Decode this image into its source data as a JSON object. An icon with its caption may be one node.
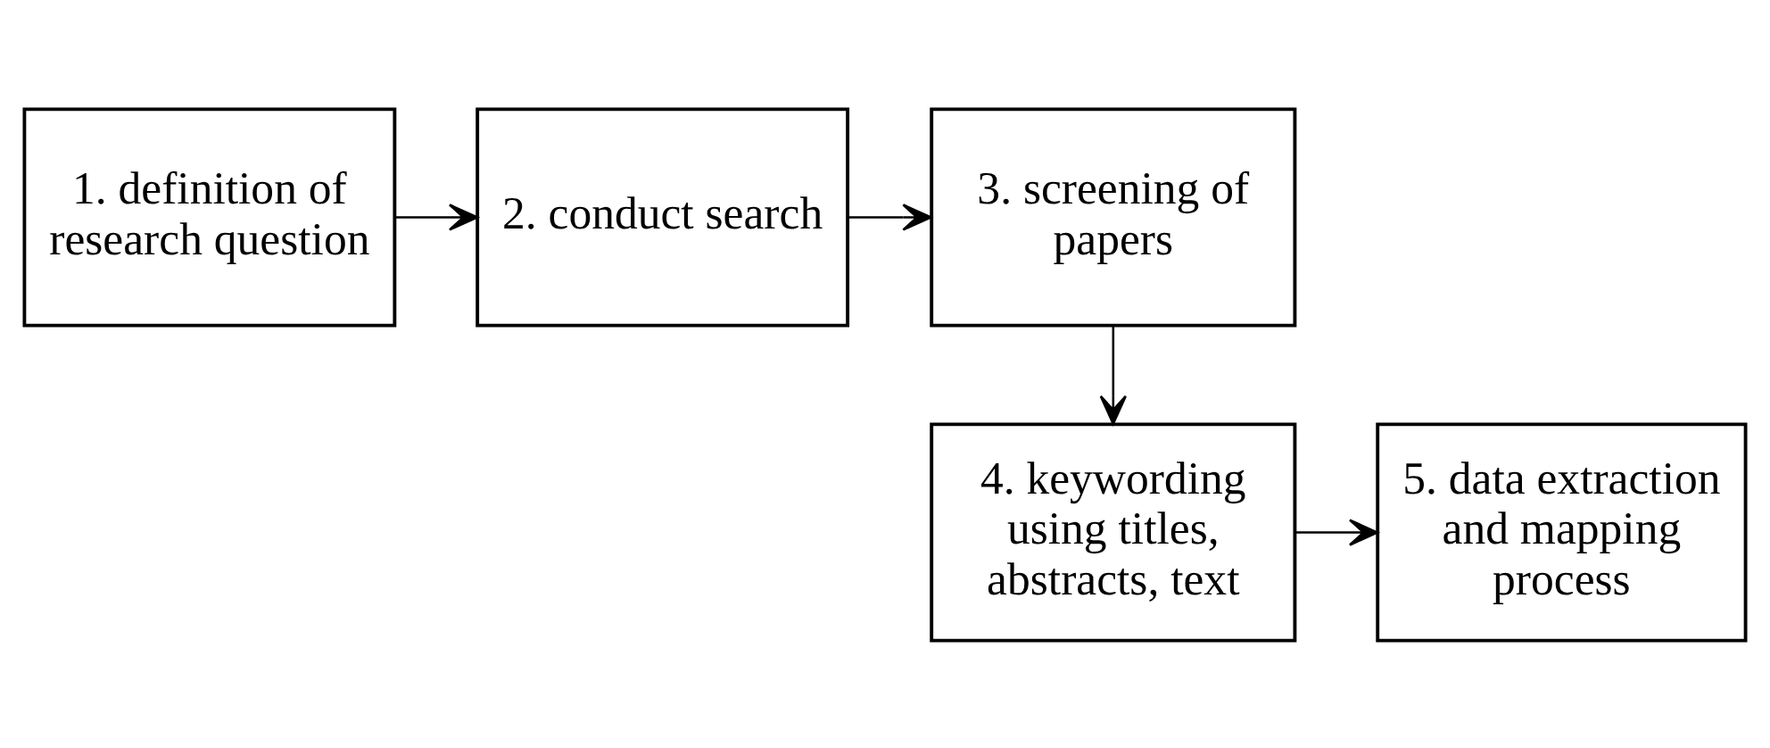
{
  "diagram": {
    "nodes": [
      {
        "text": [
          "1. definition of research question"
        ]
      },
      {
        "text": [
          "2. conduct search"
        ]
      },
      {
        "text": [
          "3. screening of papers"
        ]
      },
      {
        "text": [
          "4. keywording using titles, abstracts, text"
        ]
      },
      {
        "text": [
          "5. data extraction and mapping process"
        ]
      }
    ],
    "edges": [
      {
        "from": 0,
        "to": 1,
        "arrow": "to"
      },
      {
        "from": 1,
        "to": 2,
        "arrow": "to"
      },
      {
        "from": 2,
        "to": 3,
        "arrow": "to"
      },
      {
        "from": 3,
        "to": 4,
        "arrow": "to"
      }
    ]
  }
}
